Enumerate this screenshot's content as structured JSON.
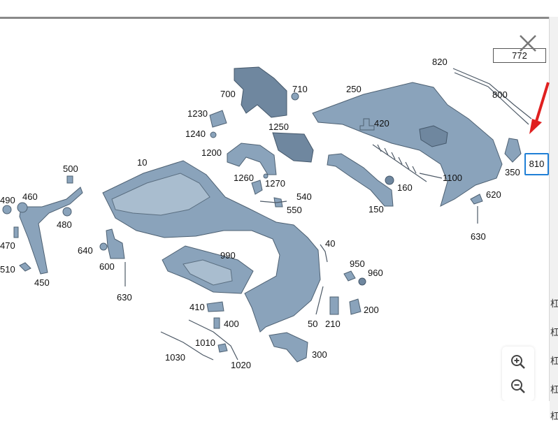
{
  "viewer": {
    "close_icon": "close-icon",
    "zoom_in_icon": "zoom-in-icon",
    "zoom_out_icon": "zoom-out-icon",
    "side_chars": [
      "杠",
      "杠",
      "杠",
      "杠",
      "杠"
    ]
  },
  "callouts": {
    "p772": "772",
    "p810": "810",
    "p820": "820",
    "p800": "800",
    "p250": "250",
    "p700": "700",
    "p710": "710",
    "p1230": "1230",
    "p1240": "1240",
    "p1250": "1250",
    "p1200": "1200",
    "p420": "420",
    "p10": "10",
    "p500": "500",
    "p490": "490",
    "p460": "460",
    "p480": "480",
    "p470": "470",
    "p510": "510",
    "p450": "450",
    "p640": "640",
    "p600": "600",
    "p630a": "630",
    "p1260": "1260",
    "p1270": "1270",
    "p540": "540",
    "p550": "550",
    "p1100": "1100",
    "p160": "160",
    "p150": "150",
    "p350": "350",
    "p620": "620",
    "p630b": "630",
    "p990": "990",
    "p40": "40",
    "p950": "950",
    "p960": "960",
    "p200": "200",
    "p410": "410",
    "p400": "400",
    "p50": "50",
    "p210": "210",
    "p1010": "1010",
    "p1030": "1030",
    "p1020": "1020",
    "p300": "300"
  },
  "colors": {
    "highlight": "#1f7fd6",
    "arrow": "#e02020",
    "part": "#8aa3bb"
  }
}
